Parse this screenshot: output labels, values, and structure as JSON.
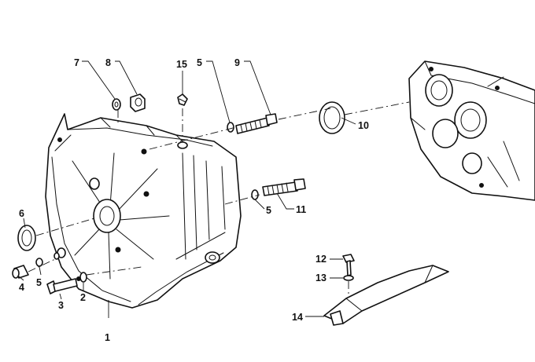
{
  "callouts": [
    {
      "id": "1",
      "label": "1"
    },
    {
      "id": "2",
      "label": "2"
    },
    {
      "id": "3",
      "label": "3"
    },
    {
      "id": "4",
      "label": "4"
    },
    {
      "id": "5a",
      "label": "5"
    },
    {
      "id": "5b",
      "label": "5"
    },
    {
      "id": "5c",
      "label": "5"
    },
    {
      "id": "6",
      "label": "6"
    },
    {
      "id": "7",
      "label": "7"
    },
    {
      "id": "8",
      "label": "8"
    },
    {
      "id": "9",
      "label": "9"
    },
    {
      "id": "10",
      "label": "10"
    },
    {
      "id": "11",
      "label": "11"
    },
    {
      "id": "12",
      "label": "12"
    },
    {
      "id": "13",
      "label": "13"
    },
    {
      "id": "14",
      "label": "14"
    },
    {
      "id": "15",
      "label": "15"
    }
  ]
}
